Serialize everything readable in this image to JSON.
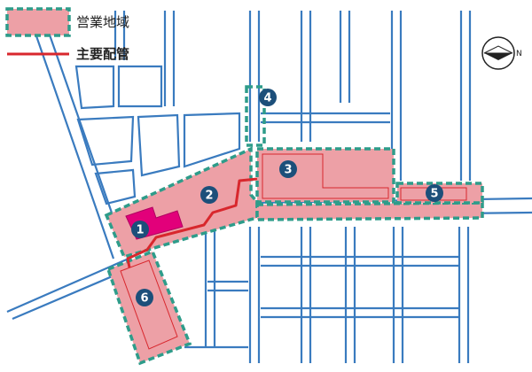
{
  "legend": {
    "service_area_label": "営業地域",
    "main_pipe_label": "主要配管"
  },
  "compass": {
    "letter": "N"
  },
  "markers": [
    {
      "id": "1",
      "label": "1"
    },
    {
      "id": "2",
      "label": "2"
    },
    {
      "id": "3",
      "label": "3"
    },
    {
      "id": "4",
      "label": "4"
    },
    {
      "id": "5",
      "label": "5"
    },
    {
      "id": "6",
      "label": "6"
    }
  ],
  "colors": {
    "street_outline": "#3a7bbf",
    "service_area_fill": "#eda0a6",
    "service_area_border": "#2e9c8a",
    "main_pipe": "#d8272d",
    "marker_fill": "#1c4f7a",
    "building_accent": "#e2007a"
  }
}
